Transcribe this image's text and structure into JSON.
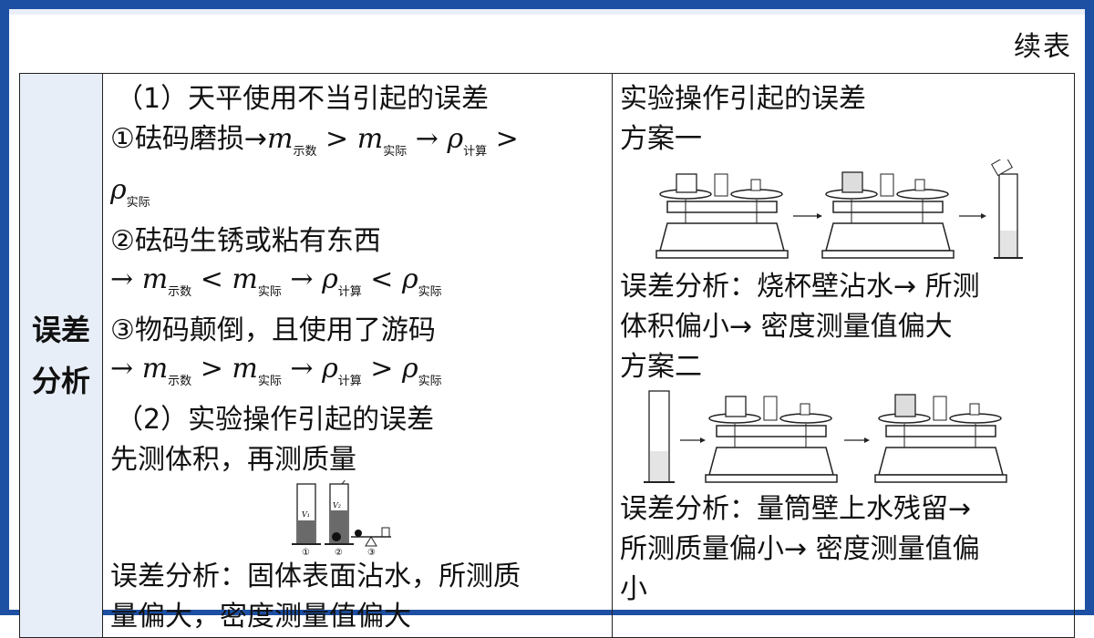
{
  "header": {
    "subtitle": "续表"
  },
  "row_label": [
    "误差",
    "分析"
  ],
  "left": {
    "section1_title": "（1）天平使用不当引起的误差",
    "item1_text": "①砝码磨损→",
    "item2_text": "②砝码生锈或粘有东西",
    "item3_text": "③物码颠倒，且使用了游码",
    "section2_title": "（2）实验操作引起的误差",
    "method_text": "先测体积，再测质量",
    "analysis_line1": "误差分析：固体表面沾水，所测质",
    "analysis_line2": "量偏大，密度测量值偏大",
    "symbols": {
      "m": "m",
      "rho": "ρ",
      "shown": "示数",
      "actual": "实际",
      "calc": "计算",
      "arrow": "→",
      "gt": ">",
      "lt": "<"
    },
    "figure_labels": {
      "v1": "V₁",
      "v2": "V₂",
      "c1": "①",
      "c2": "②",
      "c3": "③"
    }
  },
  "right": {
    "title": "实验操作引起的误差",
    "plan1": "方案一",
    "plan1_analysis_1": "误差分析：烧杯壁沾水→ 所测",
    "plan1_analysis_2": "体积偏小→ 密度测量值偏大",
    "plan2": "方案二",
    "plan2_analysis_1": "误差分析：量筒壁上水残留→",
    "plan2_analysis_2": "所测质量偏小→ 密度测量值偏",
    "plan2_analysis_3": "小"
  },
  "colors": {
    "border_blue": "#1d4fa3",
    "label_bg": "#e8eef8"
  }
}
